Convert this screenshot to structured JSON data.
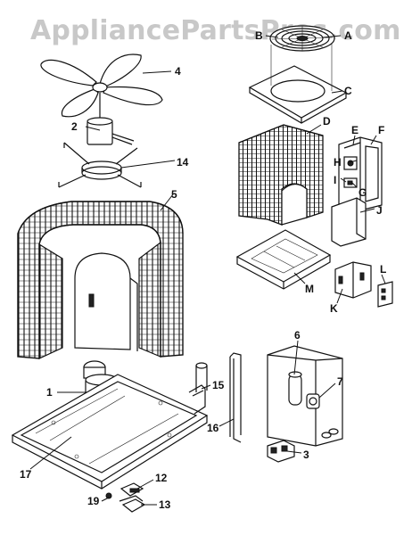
{
  "watermark": "AppliancePartsPros.com",
  "callouts": {
    "n1": "1",
    "n2": "2",
    "n3": "3",
    "n4": "4",
    "n5": "5",
    "n6": "6",
    "n7": "7",
    "n12": "12",
    "n13": "13",
    "n14": "14",
    "n15": "15",
    "n16": "16",
    "n17": "17",
    "n19": "19",
    "A": "A",
    "B": "B",
    "C": "C",
    "D": "D",
    "E": "E",
    "F": "F",
    "G": "G",
    "H": "H",
    "I": "I",
    "J": "J",
    "K": "K",
    "L": "L",
    "M": "M"
  }
}
